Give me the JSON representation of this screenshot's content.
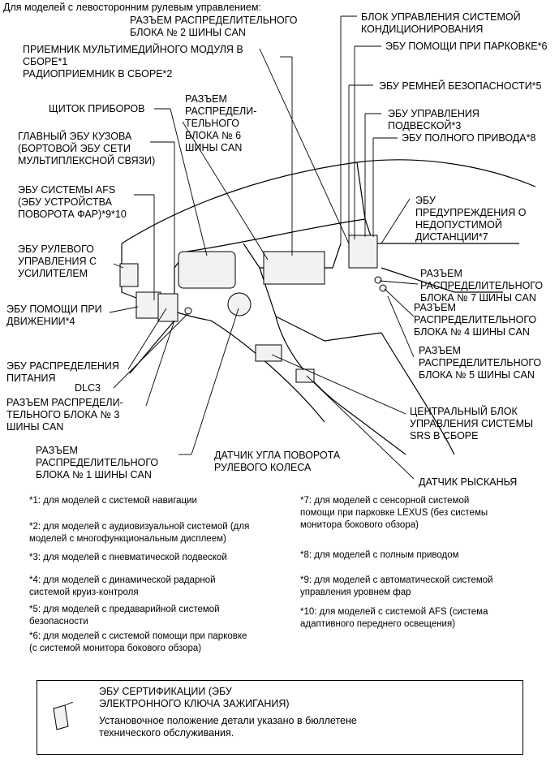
{
  "header": "Для моделей с левосторонним рулевым управлением:",
  "labels": {
    "can_bus_2": "РАЗЪЕМ РАСПРЕДЕЛИТЕЛЬНОГО\nБЛОКА № 2 ШИНЫ CAN",
    "ac_control": "БЛОК УПРАВЛЕНИЯ СИСТЕМОЙ\nКОНДИЦИОНИРОВАНИЯ",
    "multimedia": "ПРИЕМНИК МУЛЬТИМЕДИЙНОГО МОДУЛЯ В\nСБОРЕ*1\nРАДИОПРИЕМНИК В СБОРЕ*2",
    "parking_assist": "ЭБУ ПОМОЩИ ПРИ ПАРКОВКЕ*6",
    "seat_belt": "ЭБУ РЕМНЕЙ БЕЗОПАСНОСТИ*5",
    "instrument": "ЩИТОК ПРИБОРОВ",
    "can_bus_6": "РАЗЪЕМ\nРАСПРЕДЕЛИ-\nТЕЛЬНОГО\nБЛОКА № 6\nШИНЫ CAN",
    "suspension": "ЭБУ УПРАВЛЕНИЯ\nПОДВЕСКОЙ*3",
    "awd": "ЭБУ ПОЛНОГО ПРИВОДА*8",
    "body_ecu": "ГЛАВНЫЙ ЭБУ КУЗОВА\n(БОРТОВОЙ ЭБУ СЕТИ\nМУЛЬТИПЛЕКСНОЙ СВЯЗИ)",
    "afs": "ЭБУ СИСТЕМЫ AFS\n(ЭБУ УСТРОЙСТВА\nПОВОРОТА ФАР)*9*10",
    "distance_warning": "ЭБУ\nПРЕДУПРЕЖДЕНИЯ О\nНЕДОПУСТИМОЙ\nДИСТАНЦИИ*7",
    "power_steering": "ЭБУ РУЛЕВОГО\nУПРАВЛЕНИЯ С\nУСИЛИТЕЛЕМ",
    "can_bus_7": "РАЗЪЕМ\nРАСПРЕДЕЛИТЕЛЬНОГО\nБЛОКА № 7 ШИНЫ CAN",
    "drive_assist": "ЭБУ ПОМОЩИ ПРИ\nДВИЖЕНИИ*4",
    "can_bus_4": "РАЗЪЕМ\nРАСПРЕДЕЛИТЕЛЬНОГО\nБЛОКА № 4 ШИНЫ CAN",
    "can_bus_5": "РАЗЪЕМ\nРАСПРЕДЕЛИТЕЛЬНОГО\nБЛОКА № 5 ШИНЫ CAN",
    "power_dist": "ЭБУ РАСПРЕДЕЛЕНИЯ\nПИТАНИЯ",
    "dlc3": "DLC3",
    "can_bus_3": "РАЗЪЕМ РАСПРЕДЕЛИ-\nТЕЛЬНОГО БЛОКА № 3\nШИНЫ CAN",
    "srs": "ЦЕНТРАЛЬНЫЙ БЛОК\nУПРАВЛЕНИЯ СИСТЕМЫ\nSRS В СБОРЕ",
    "can_bus_1": "РАЗЪЕМ\nРАСПРЕДЕЛИТЕЛЬНОГО\nБЛОКА № 1 ШИНЫ CAN",
    "steering_angle": "ДАТЧИК УГЛА ПОВОРОТА\nРУЛЕВОГО КОЛЕСА",
    "yaw_sensor": "ДАТЧИК РЫСКАНЬЯ"
  },
  "footnotes": {
    "n1": "*1: для моделей с системой навигации",
    "n2": "*2: для моделей с аудиовизуальной системой (для\nмоделей с многофункциональным дисплеем)",
    "n3": "*3: для моделей с пневматической подвеской",
    "n4": "*4: для моделей с динамической радарной\nсистемой круиз-контроля",
    "n5": "*5: для моделей с предаварийной системой\nбезопасности",
    "n6": "*6: для моделей с системой помощи при парковке\n(с системой монитора бокового обзора)",
    "n7": "*7: для моделей с сенсорной системой\nпомощи при парковке LEXUS (без системы\nмонитора бокового обзора)",
    "n8": "*8: для моделей с полным приводом",
    "n9": "*9: для моделей с автоматической системой\nуправления уровнем фар",
    "n10": "*10: для моделей с системой AFS (система\nадаптивного переднего освещения)"
  },
  "certification": {
    "title": "ЭБУ СЕРТИФИКАЦИИ (ЭБУ\nЭЛЕКТРОННОГО КЛЮЧА ЗАЖИГАНИЯ)",
    "text": "Установочное положение детали указано в бюллетене\nтехнического обслуживания."
  }
}
